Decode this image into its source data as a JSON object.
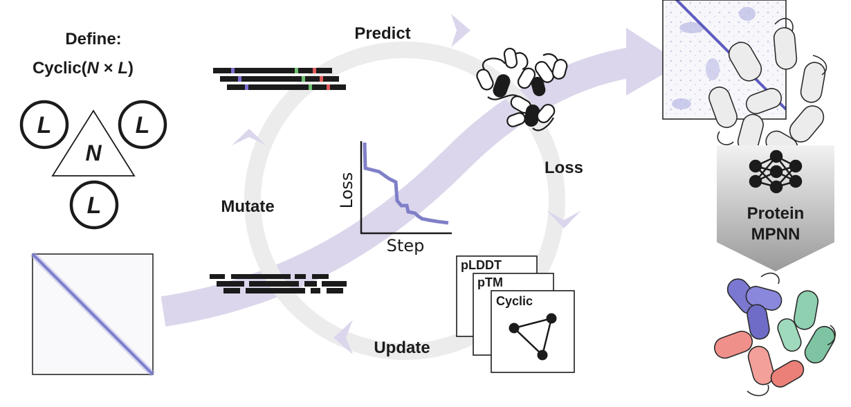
{
  "define": {
    "line1": "Define:",
    "line2_prefix": "Cyclic(",
    "line2_n": "N",
    "line2_times": " × ",
    "line2_l": "L",
    "line2_suffix": ")",
    "triangle_label": "N",
    "circle_label": "L"
  },
  "cycle": {
    "predict": "Predict",
    "loss": "Loss",
    "update": "Update",
    "mutate": "Mutate"
  },
  "loss_plot": {
    "y_label": "Loss",
    "x_label": "Step",
    "line_color": "#7f7fc8"
  },
  "loss_cards": [
    "pLDDT",
    "pTM",
    "Cyclic"
  ],
  "mpnn": {
    "line1": "Protein",
    "line2": "MPNN"
  },
  "colors": {
    "arrow_purple": "#dcd6ec",
    "ring_gray": "#ececec",
    "contact_blue": "#5c5cc0",
    "chain_blue": "#7a78d0",
    "chain_green": "#8fd0b0",
    "chain_red": "#f0908a",
    "mut_purple": "#7a6fd0",
    "mut_green": "#6cc070",
    "mut_red": "#e05a5a"
  }
}
